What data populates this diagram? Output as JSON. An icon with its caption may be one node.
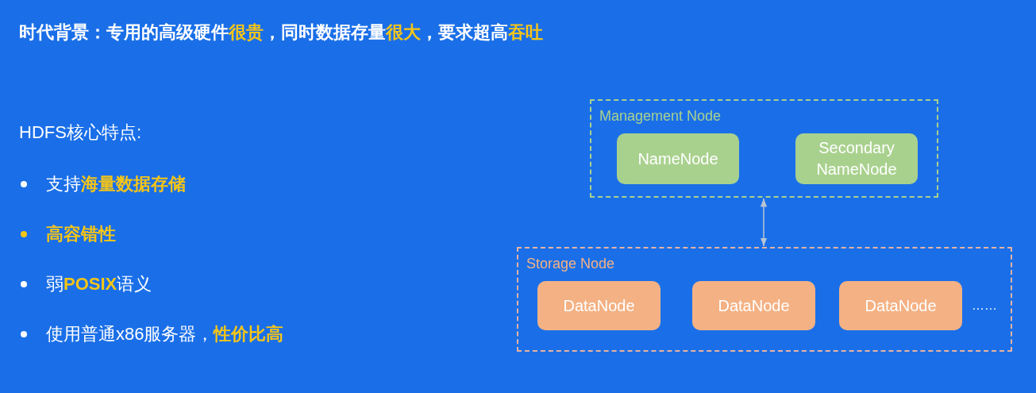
{
  "diagram": {
    "title": "时代背景：专用的高级硬件**很贵**，同时数据存量**很大**，要求超高**吞吐**",
    "nodes": [
      {
        "text": [
          "Management Node"
        ]
      },
      {
        "text": [
          "NameNode"
        ],
        "in": 0
      },
      {
        "text": [
          "Secondary NameNode"
        ],
        "in": 0
      },
      {
        "text": [
          "Storage Node"
        ]
      },
      {
        "text": [
          "DataNode"
        ],
        "in": 3
      },
      {
        "text": [
          "DataNode"
        ],
        "in": 3
      },
      {
        "text": [
          "DataNode"
        ],
        "in": 3
      }
    ],
    "edges": [
      {
        "from": 0,
        "to": 3,
        "arrow": "both"
      }
    ],
    "labels": [
      "HDFS核心特点:",
      "支持**海量数据存储**",
      "**高容错性**",
      "弱**POSIX**语义",
      "使用普通x86服务器，**性价比高**",
      "……"
    ]
  }
}
